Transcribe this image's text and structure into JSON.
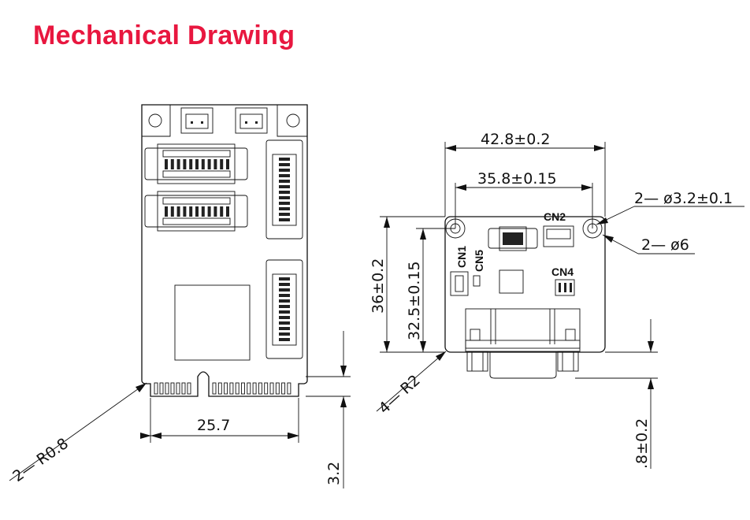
{
  "title": "Mechanical Drawing",
  "colors": {
    "title": "#e8173f",
    "lines": "#111111"
  },
  "left_view": {
    "width_dim": "25.7",
    "height_dim": "3.2",
    "radius_note": "2— R0.8"
  },
  "right_view": {
    "overall_width": "42.8±0.2",
    "hole_spacing": "35.8±0.15",
    "hole_diameter": "2—  ø3.2±0.1",
    "pad_diameter": "2—  ø6",
    "overall_height": "36±0.2",
    "hole_height": "32.5±0.15",
    "corner_radius": "4— R2",
    "connector_offset": ".8±0.2",
    "labels": {
      "cn1": "CN1",
      "cn2": "CN2",
      "cn4": "CN4",
      "cn5": "CN5"
    }
  }
}
